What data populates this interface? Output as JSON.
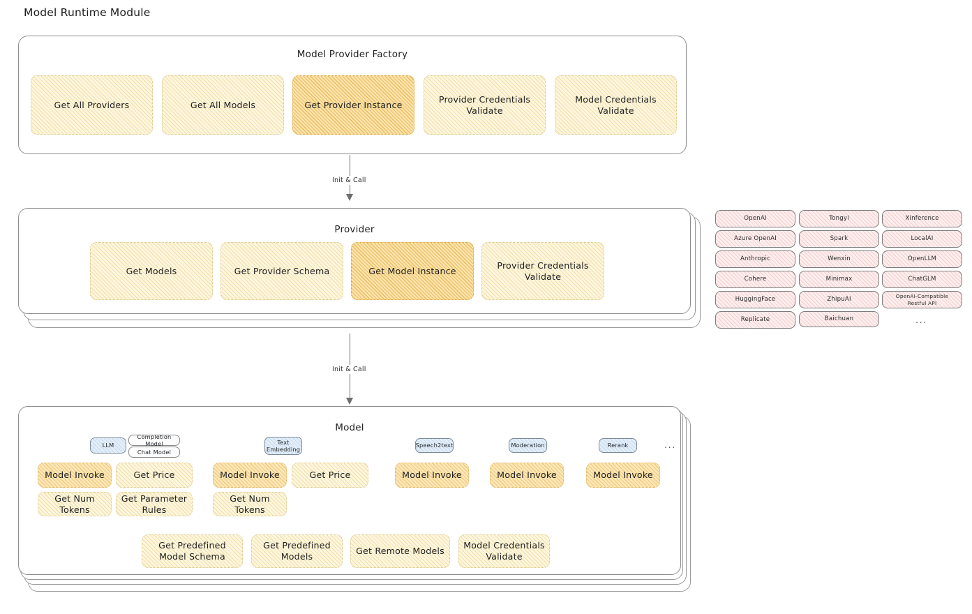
{
  "page": {
    "title": "Model Runtime Module"
  },
  "factory": {
    "title": "Model Provider Factory",
    "nodes": [
      {
        "label": "Get All Providers",
        "highlight": false
      },
      {
        "label": "Get All Models",
        "highlight": false
      },
      {
        "label": "Get Provider Instance",
        "highlight": true
      },
      {
        "label": "Provider Credentials Validate",
        "highlight": false
      },
      {
        "label": "Model Credentials Validate",
        "highlight": false
      }
    ]
  },
  "arrows": [
    {
      "label": "Init & Call"
    },
    {
      "label": "Init & Call"
    }
  ],
  "provider": {
    "title": "Provider",
    "nodes": [
      {
        "label": "Get Models",
        "highlight": false
      },
      {
        "label": "Get Provider Schema",
        "highlight": false
      },
      {
        "label": "Get Model Instance",
        "highlight": true
      },
      {
        "label": "Provider Credentials Validate",
        "highlight": false
      }
    ]
  },
  "provider_list": {
    "columns": [
      [
        "OpenAI",
        "Azure OpenAI",
        "Anthropic",
        "Cohere",
        "HuggingFace",
        "Replicate"
      ],
      [
        "Tongyi",
        "Spark",
        "Wenxin",
        "Minimax",
        "ZhipuAI",
        "Baichuan"
      ],
      [
        "Xinference",
        "LocalAI",
        "OpenLLM",
        "ChatGLM",
        "OpenAI-Compatible Restful API"
      ]
    ],
    "more": "..."
  },
  "model": {
    "title": "Model",
    "more": "...",
    "types": [
      {
        "name": "LLM",
        "subtypes": [
          "Completion Model",
          "Chat Model"
        ],
        "methods": [
          "Model Invoke",
          "Get Price",
          "Get Num Tokens",
          "Get Parameter Rules"
        ]
      },
      {
        "name": "Text Embedding",
        "subtypes": [],
        "methods": [
          "Model Invoke",
          "Get Price",
          "Get Num Tokens"
        ]
      },
      {
        "name": "Speech2text",
        "subtypes": [],
        "methods": [
          "Model Invoke"
        ]
      },
      {
        "name": "Moderation",
        "subtypes": [],
        "methods": [
          "Model Invoke"
        ]
      },
      {
        "name": "Rerank",
        "subtypes": [],
        "methods": [
          "Model Invoke"
        ]
      }
    ],
    "common_methods": [
      "Get Predefined Model Schema",
      "Get Predefined Models",
      "Get Remote Models",
      "Model Credentials Validate"
    ]
  },
  "colors": {
    "highlight_fill": "#fbe3ab",
    "node_fill": "#fdf6df",
    "provider_chip_fill": "#fdeeee",
    "model_type_fill": "#e3eef8",
    "border": "#8d8d8d"
  }
}
